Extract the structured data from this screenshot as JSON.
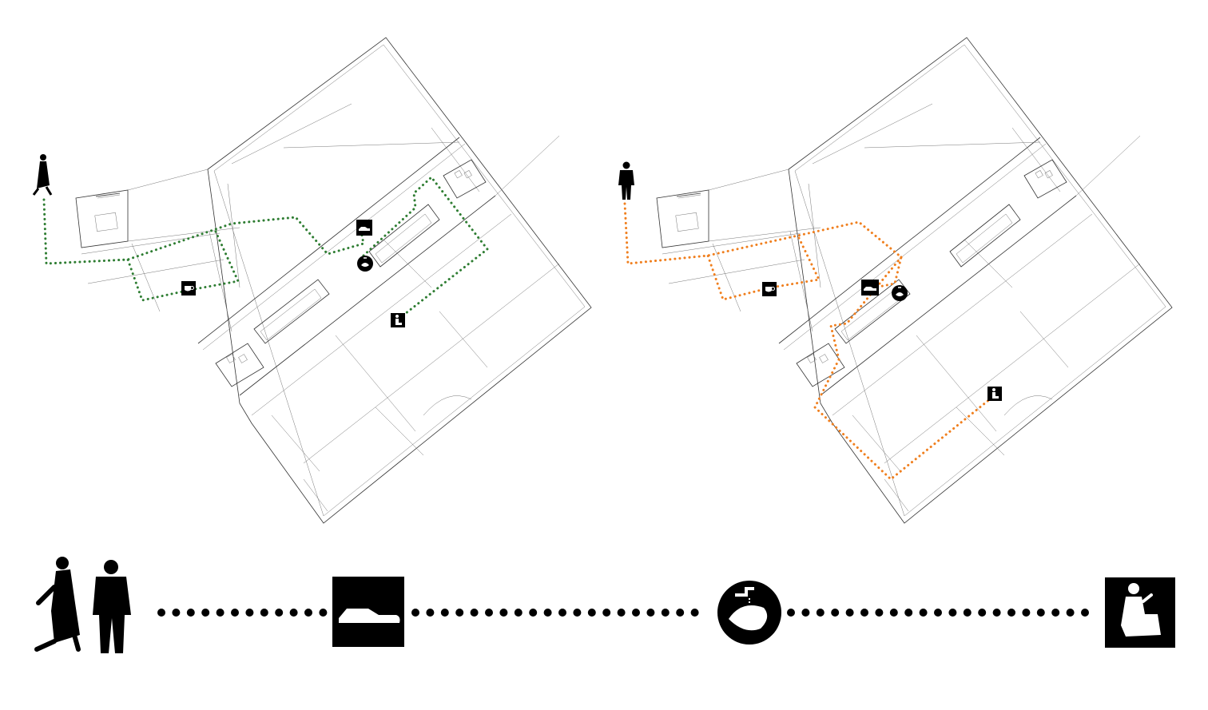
{
  "colors": {
    "women_route": "#2e7d32",
    "men_route": "#f07f1e",
    "ink": "#000000",
    "background": "#ffffff"
  },
  "icons": {
    "women_figure": "woman-walking-icon",
    "man_figure": "man-walking-icon",
    "shoe": "shoe-icon",
    "ablution": "hand-washing-icon",
    "prayer": "person-praying-icon",
    "tea": "tea-cup-icon"
  },
  "plans": [
    {
      "id": "women",
      "route_color": "#2e7d32",
      "visitor_icon": "woman-walking-icon"
    },
    {
      "id": "men",
      "route_color": "#f07f1e",
      "visitor_icon": "man-walking-icon"
    }
  ],
  "sequence": {
    "steps": [
      "visitors",
      "shoe-removal",
      "ablution",
      "prayer"
    ],
    "icons": [
      "woman-walking-icon",
      "man-walking-icon",
      "shoe-icon",
      "hand-washing-icon",
      "person-praying-icon"
    ]
  }
}
